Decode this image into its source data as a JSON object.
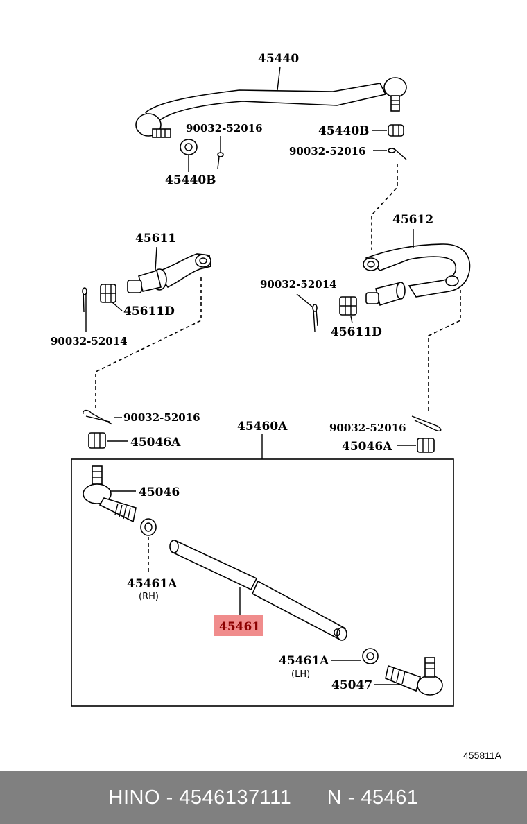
{
  "labels": {
    "l45440": "45440",
    "l90032_52016_a": "90032-52016",
    "l45440b_right": "45440B",
    "l90032_52016_b": "90032-52016",
    "l45440b_left": "45440B",
    "l45612": "45612",
    "l45611": "45611",
    "l45611d_left": "45611D",
    "l90032_52014_left": "90032-52014",
    "l90032_52014_right": "90032-52014",
    "l45611d_right": "45611D",
    "l90032_52016_c": "90032-52016",
    "l45460a": "45460A",
    "l45046a_left": "45046A",
    "l90032_52016_d": "90032-52016",
    "l45046a_right": "45046A",
    "l45046": "45046",
    "l45461a_rh": "45461A",
    "rh": "(RH)",
    "l45461": "45461",
    "l45461a_lh": "45461A",
    "lh": "(LH)",
    "l45047": "45047",
    "ref_code": "455811A"
  },
  "highlight": {
    "part": "45461",
    "color": "#f08c8c"
  },
  "footer": {
    "text": "HINO - 4546137111      N - 45461",
    "background": "#808080"
  }
}
